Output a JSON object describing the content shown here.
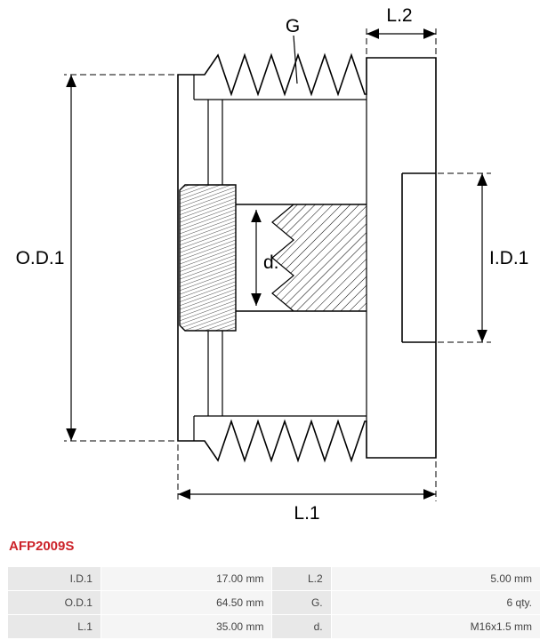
{
  "part_number": "AFP2009S",
  "colors": {
    "part_number_red": "#cc2229",
    "drawing_line": "#000000",
    "table_label_bg": "#e8e8e8",
    "table_value_bg": "#f5f5f5"
  },
  "drawing": {
    "labels": {
      "outer_diameter": "O.D.1",
      "inner_diameter": "I.D.1",
      "length_total": "L.1",
      "length_step": "L.2",
      "grooves": "G",
      "thread": "d."
    }
  },
  "spec_table": {
    "rows": [
      {
        "label1": "I.D.1",
        "value1": "17.00 mm",
        "label2": "L.2",
        "value2": "5.00 mm"
      },
      {
        "label1": "O.D.1",
        "value1": "64.50 mm",
        "label2": "G.",
        "value2": "6 qty."
      },
      {
        "label1": "L.1",
        "value1": "35.00 mm",
        "label2": "d.",
        "value2": "M16x1.5 mm"
      }
    ]
  }
}
